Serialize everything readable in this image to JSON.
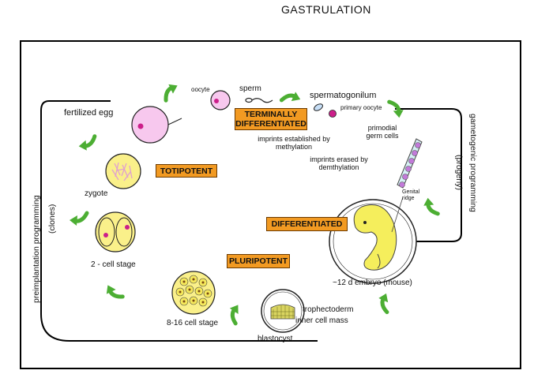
{
  "title": "GASTRULATION",
  "labels": {
    "oocyte": "oocyte",
    "sperm": "sperm",
    "spermatogonilum": "spermatogonilum",
    "primary_oocyte": "primary oocyte",
    "fertilized_egg": "fertilized egg",
    "imprints_established": [
      "imprints established by",
      "methylation"
    ],
    "imprints_erased": [
      "imprints erased by",
      "demthylation"
    ],
    "primordial_germ_cells": [
      "primodial",
      "germ cells"
    ],
    "zygote": "zygote",
    "genital_ridge": [
      "Genital",
      "ridge"
    ],
    "two_cell": "2 - cell stage",
    "embryo": "~12 d embryo (mouse)",
    "eight_sixteen": "8-16 cell stage",
    "trophectoderm": "trophectoderm",
    "inner_cell_mass": "inner cell mass",
    "blastocyst": "blastocyst"
  },
  "badges": {
    "terminally": [
      "TERMINALLY",
      "DIFFERENTIATED"
    ],
    "totipotent": "TOTIPOTENT",
    "differentiated": "DIFFERENTIATED",
    "pluripotent": "PLURIPOTENT"
  },
  "side_labels": {
    "left_outer": "preimplantation programming",
    "left_inner": "(clones)",
    "right_outer": "gametogenic programming",
    "right_inner": "(progeny)"
  },
  "colors": {
    "badge": "#f29a22",
    "arrow": "#4cae33",
    "cell_yellow": "#faf08a",
    "egg_pink": "#f7c8ee",
    "nucleus_magenta": "#cc1f8a",
    "germ_cell_purple": "#c27ad9",
    "embryo_yellow": "#f5ee5c"
  }
}
